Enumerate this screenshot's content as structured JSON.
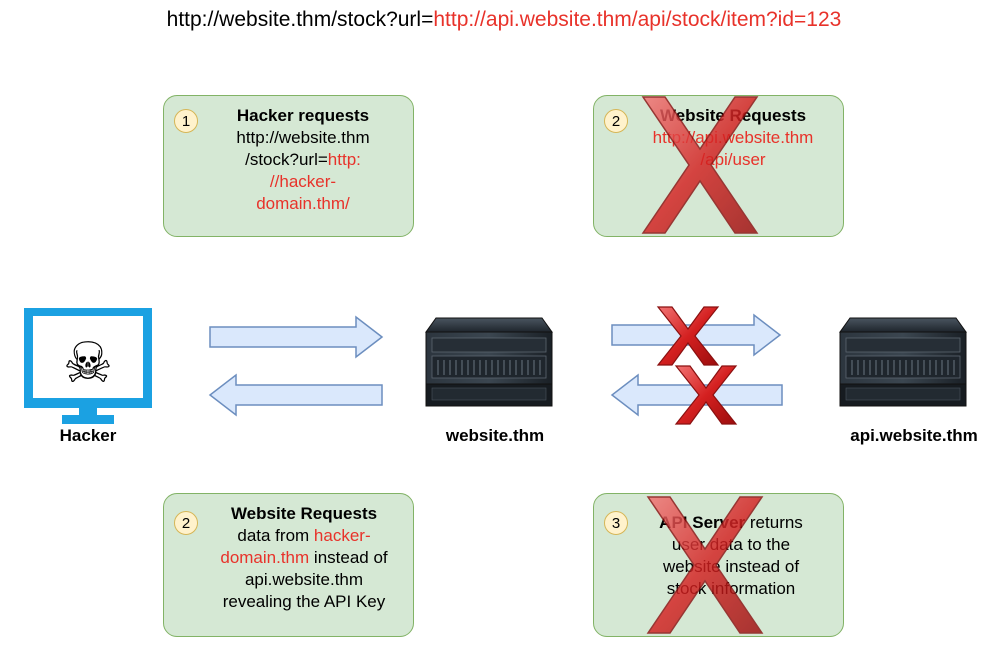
{
  "header": {
    "url_prefix": "http://website.thm/stock?url=",
    "url_value": "http://api.website.thm/api/stock/item?id=123"
  },
  "steps": {
    "hacker_request": {
      "number": "1",
      "title": "Hacker requests",
      "line1": "http://website.thm",
      "line2_prefix": "/stock?url=",
      "line2_red": "http:",
      "line3_red": "//hacker-",
      "line4_red": "domain.thm/"
    },
    "website_request_blocked": {
      "number": "2",
      "title": "Website Requests",
      "line1_red": "http://api.website.thm",
      "line2_red": "/api/user"
    },
    "website_request_actual": {
      "number": "2",
      "title": "Website Requests",
      "line1_prefix": "data from ",
      "line1_red": "hacker-",
      "line2_red": "domain.thm",
      "line2_suffix": " instead of",
      "line3": "api.website.thm",
      "line4": "revealing the API Key"
    },
    "api_server_blocked": {
      "number": "3",
      "title": "API Server",
      "line1_suffix": " returns",
      "line2": "user data to the",
      "line3": "website instead of",
      "line4": "stock information"
    }
  },
  "nodes": {
    "hacker": "Hacker",
    "website": "website.thm",
    "api": "api.website.thm"
  },
  "colors": {
    "box_fill": "#d5e8d4",
    "box_stroke": "#82b366",
    "badge_fill": "#fff2cc",
    "badge_stroke": "#d6b656",
    "arrow_fill": "#dae8fc",
    "arrow_stroke": "#6c8ebf",
    "highlight": "#e8322a",
    "monitor": "#1ba1e2"
  }
}
